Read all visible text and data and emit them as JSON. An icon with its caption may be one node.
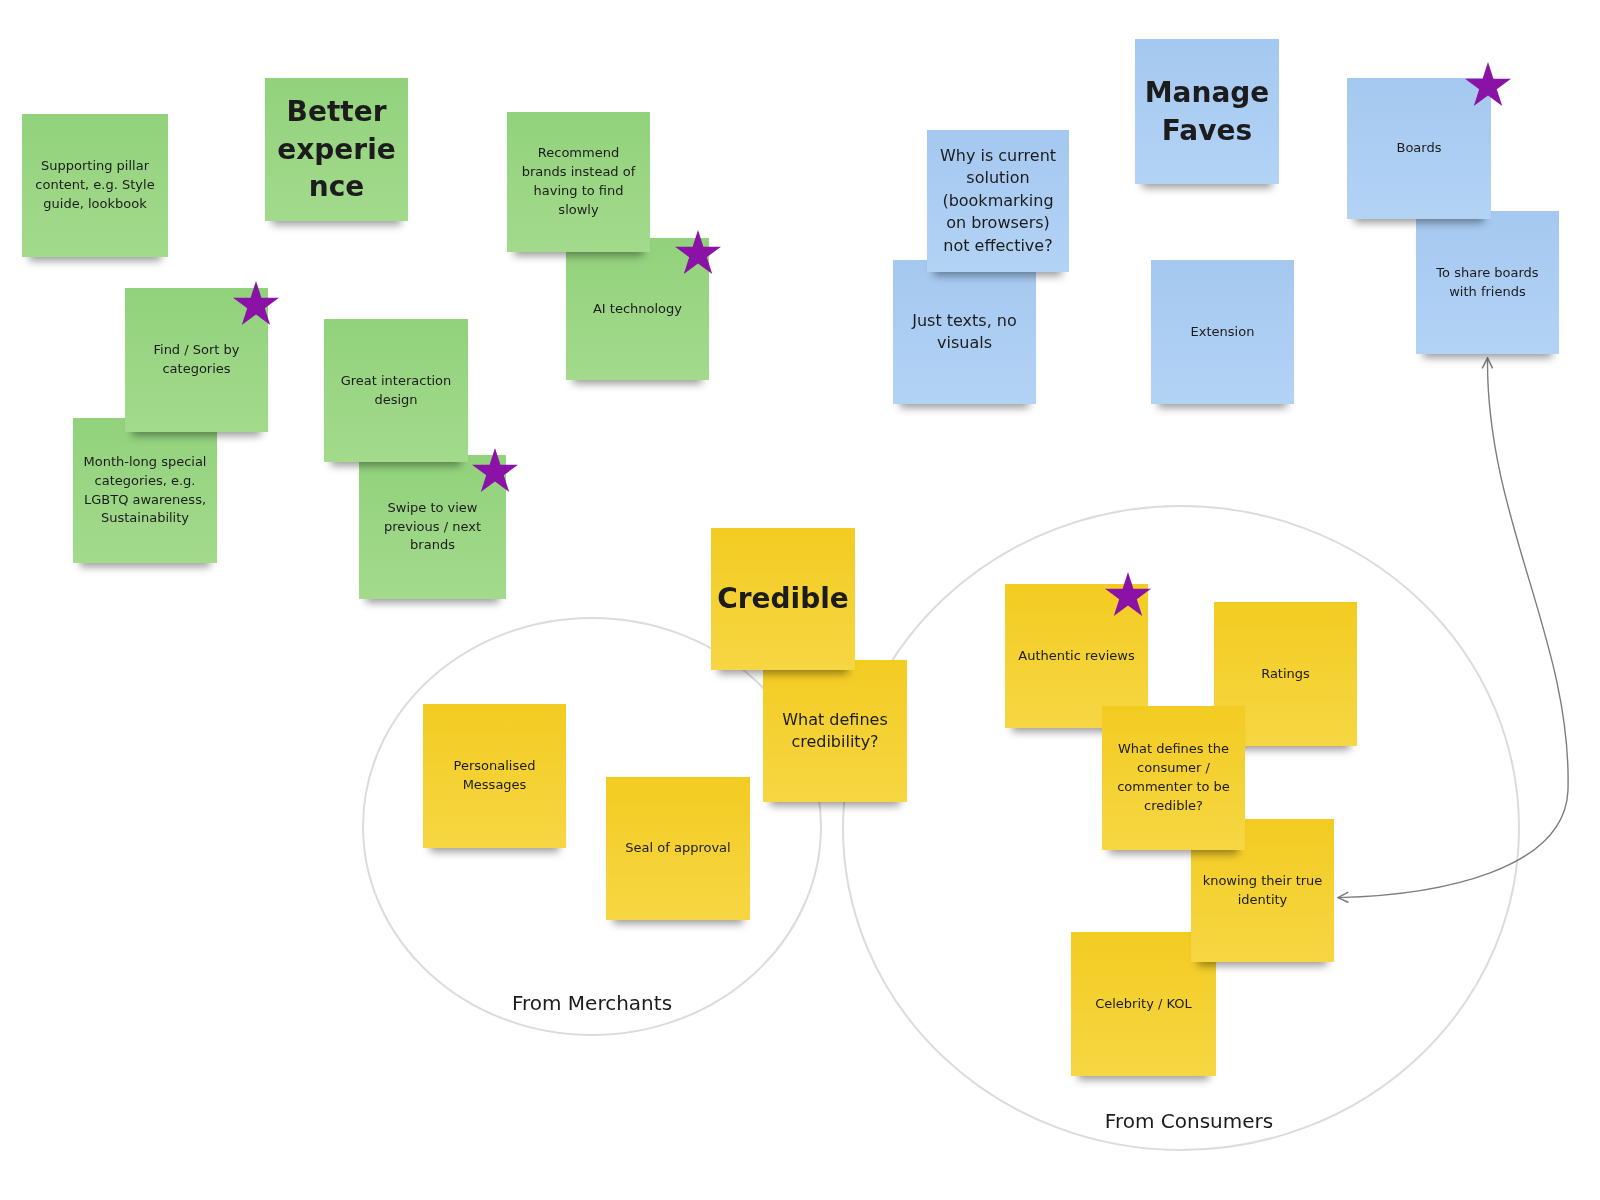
{
  "diagram": {
    "nodes": [
      {
        "text": [
          "Supporting pillar content, e.g. Style guide, lookbook"
        ]
      },
      {
        "text": [
          "Better experience"
        ]
      },
      {
        "text": [
          "Recommend brands instead of having to find slowly"
        ]
      },
      {
        "text": [
          "AI technology"
        ]
      },
      {
        "text": [
          "Find / Sort by categories"
        ]
      },
      {
        "text": [
          "Great interaction design"
        ]
      },
      {
        "text": [
          "Month-long special categories, e.g. LGBTQ awareness, Sustainability"
        ]
      },
      {
        "text": [
          "Swipe to view previous / next brands"
        ]
      },
      {
        "text": [
          "Manage Faves"
        ]
      },
      {
        "text": [
          "Why is current solution (bookmarking on browsers) not effective?"
        ]
      },
      {
        "text": [
          "Boards"
        ]
      },
      {
        "text": [
          "To share boards with friends"
        ]
      },
      {
        "text": [
          "Just texts, no visuals"
        ]
      },
      {
        "text": [
          "Extension"
        ]
      },
      {
        "text": [
          "Credible"
        ]
      },
      {
        "text": [
          "What defines credibility?"
        ]
      },
      {
        "text": [
          "From Merchants"
        ]
      },
      {
        "text": [
          "Personalised Messages"
        ],
        "in": 16
      },
      {
        "text": [
          "Seal of approval"
        ],
        "in": 16
      },
      {
        "text": [
          "From Consumers"
        ]
      },
      {
        "text": [
          "Authentic reviews"
        ],
        "in": 19
      },
      {
        "text": [
          "Ratings"
        ],
        "in": 19
      },
      {
        "text": [
          "What defines the consumer / commenter to be credible?"
        ],
        "in": 19
      },
      {
        "text": [
          "knowing their true identity"
        ],
        "in": 19
      },
      {
        "text": [
          "Celebrity / KOL"
        ],
        "in": 19
      }
    ],
    "edges": [
      {
        "from": 11,
        "to": 23,
        "arrow": "both"
      }
    ]
  }
}
